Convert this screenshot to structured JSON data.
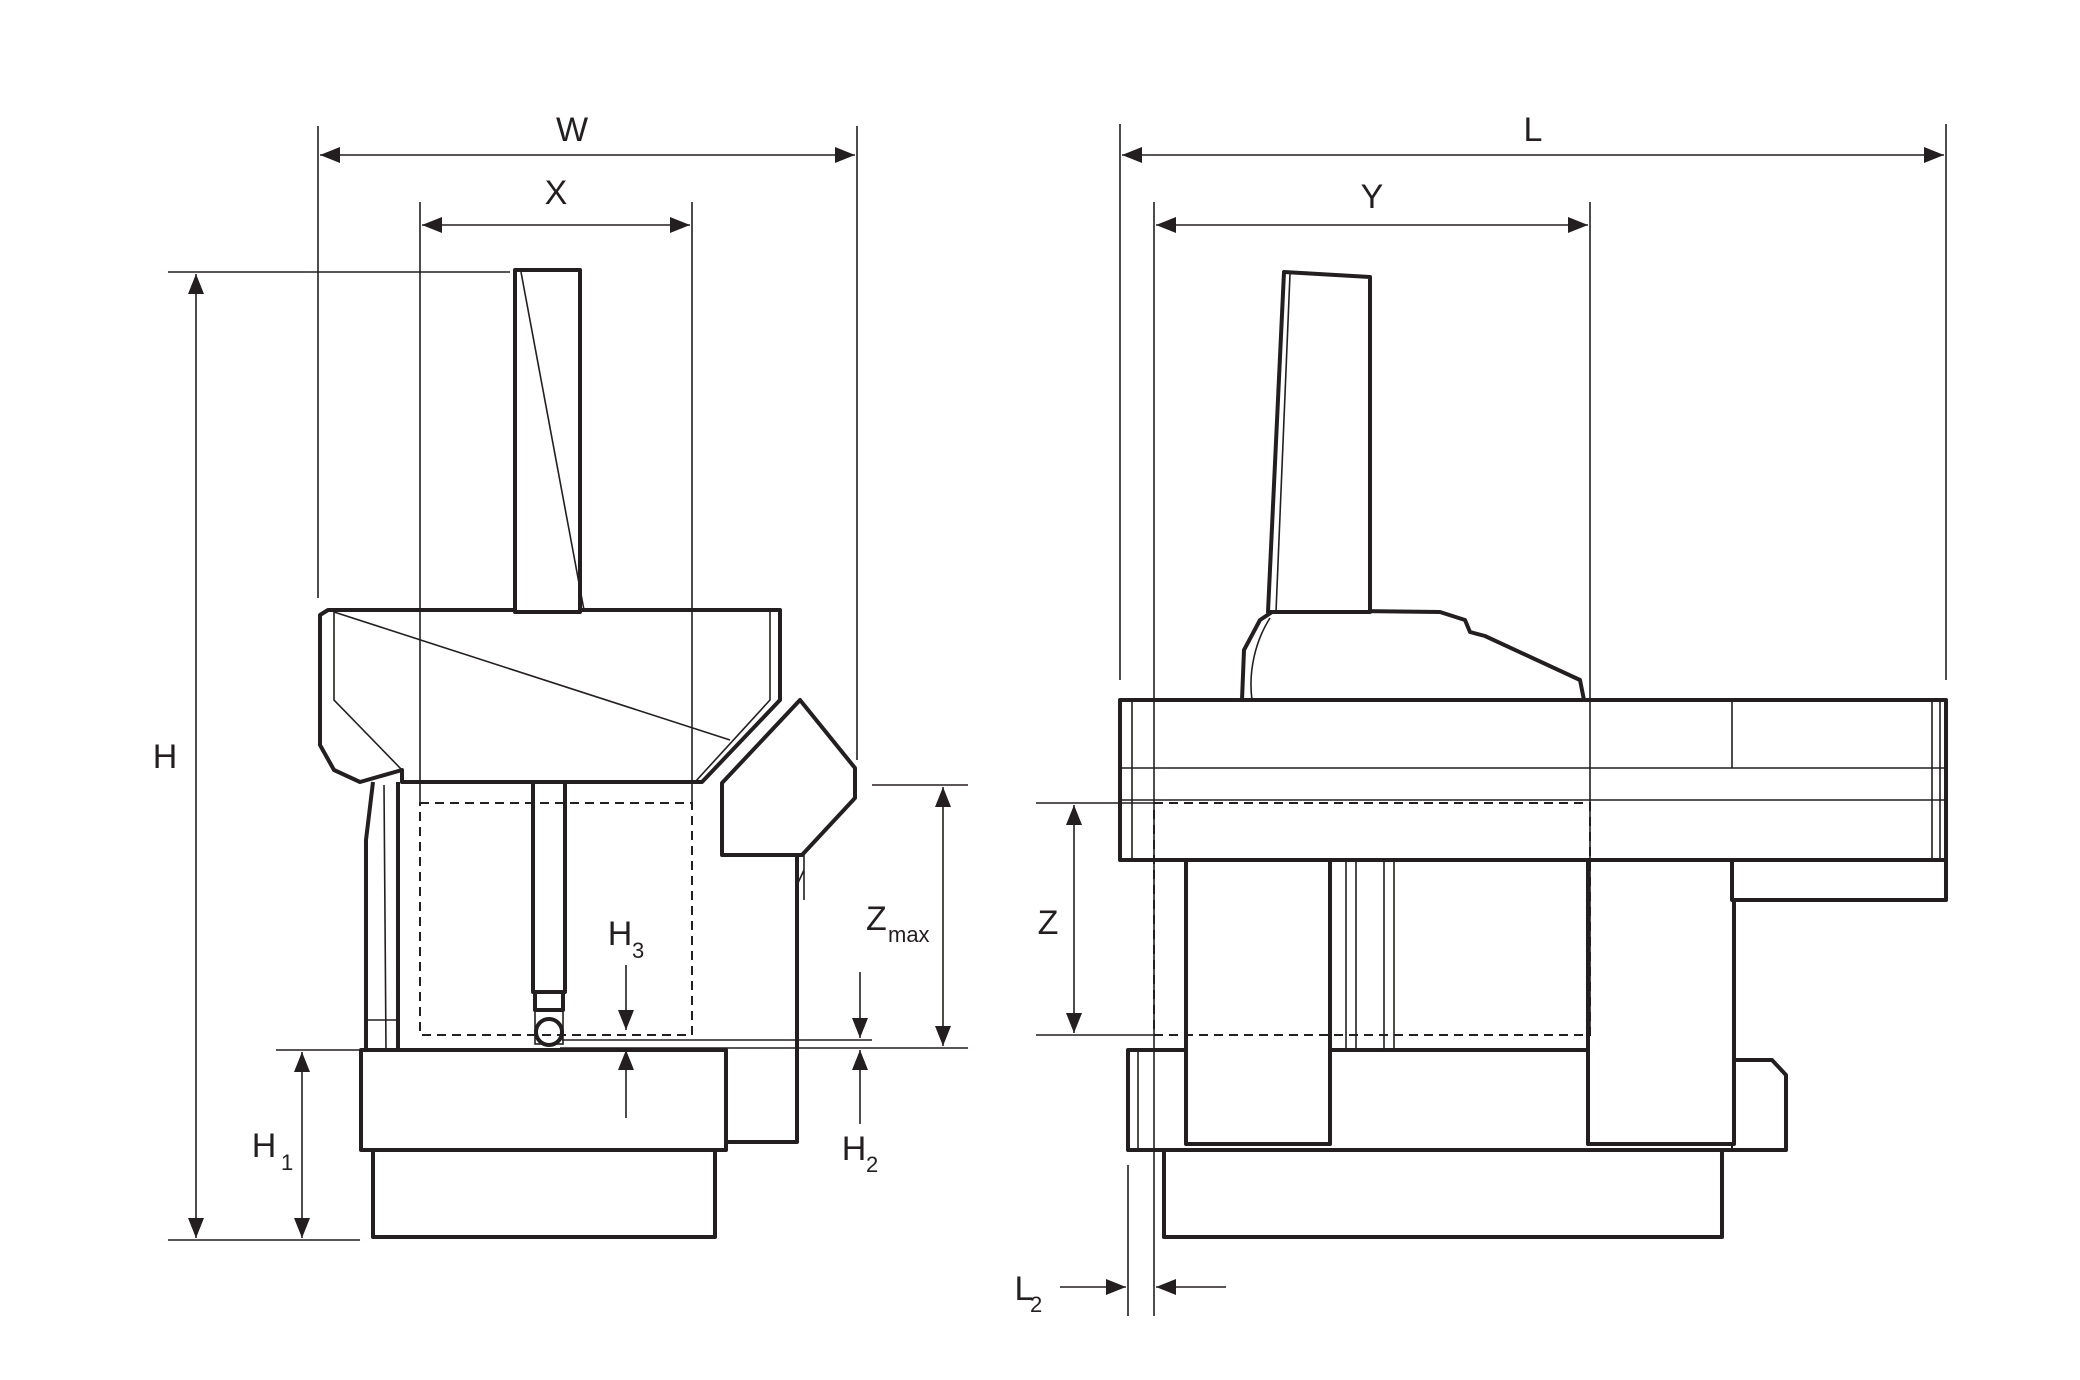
{
  "labels": {
    "w": "W",
    "x": "X",
    "h": "H",
    "h1": "H",
    "h1_sub": "1",
    "h2": "H",
    "h2_sub": "2",
    "h3": "H",
    "h3_sub": "3",
    "zmax": "Z",
    "zmax_sub": "max",
    "l": "L",
    "y": "Y",
    "z": "Z",
    "l2": "L",
    "l2_sub": "2"
  },
  "colors": {
    "line": "#231f20",
    "background": "#ffffff"
  }
}
